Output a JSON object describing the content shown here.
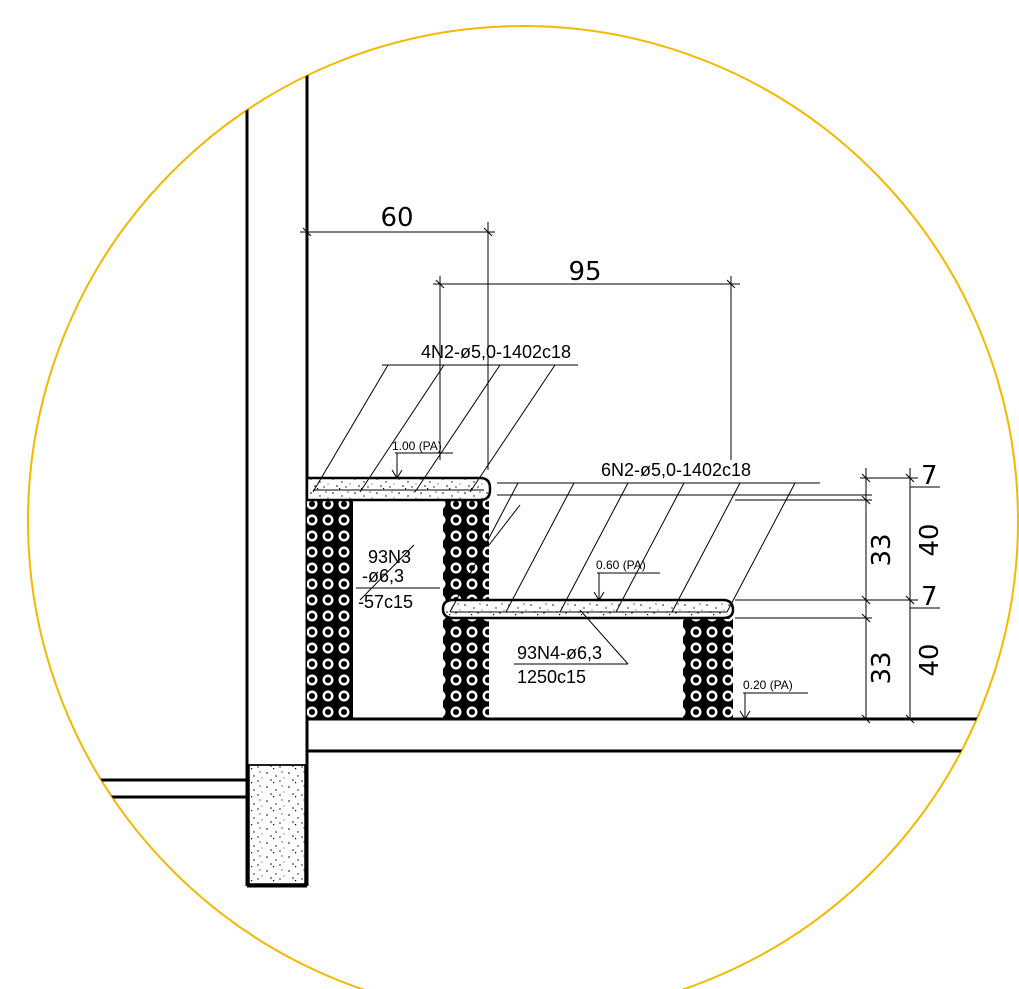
{
  "colors": {
    "circle": "#F5B800",
    "line": "#000000",
    "background": "#FFFFFF"
  },
  "dimensions": {
    "top_60": "60",
    "top_95": "95",
    "right_7_upper": "7",
    "right_33_upper": "33",
    "right_40_upper": "40",
    "right_7_lower": "7",
    "right_33_lower": "33",
    "right_40_lower": "40"
  },
  "rebar_labels": {
    "upper_slab": "4N2-ø5,0-1402c18",
    "lower_slab": "6N2-ø5,0-1402c18",
    "n3_line1": "93N3",
    "n3_line2": "-ø6,3",
    "n3_line3": "-57c15",
    "n4_line1": "93N4-ø6,3",
    "n4_line2": "1250c15"
  },
  "levels": {
    "upper": "1.00 (PA)",
    "middle": "0.60 (PA)",
    "lower": "0.20 (PA)"
  }
}
